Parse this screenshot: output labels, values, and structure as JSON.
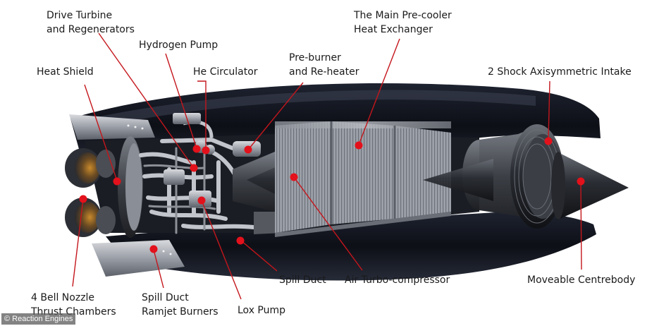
{
  "colors": {
    "leader": "#c4161c",
    "marker": "#e3111b",
    "label_text": "#1a1a1a"
  },
  "labels": {
    "drive_turbine": [
      "Drive Turbine",
      "and Regenerators"
    ],
    "hydrogen_pump": [
      "Hydrogen Pump"
    ],
    "he_circulator": [
      "He Circulator"
    ],
    "pre_burner": [
      "Pre-burner",
      "and Re-heater"
    ],
    "main_precooler": [
      "The Main Pre-cooler",
      "Heat Exchanger"
    ],
    "shock_intake": [
      "2 Shock Axisymmetric Intake"
    ],
    "heat_shield": [
      "Heat Shield"
    ],
    "bell_nozzle": [
      "4 Bell Nozzle",
      "Thrust Chambers"
    ],
    "spill_duct_ramjet": [
      "Spill Duct",
      "Ramjet Burners"
    ],
    "lox_pump": [
      "Lox Pump"
    ],
    "spill_duct": [
      "Spill Duct"
    ],
    "air_turbo": [
      "Air Turbo-compressor"
    ],
    "centrebody": [
      "Moveable Centrebody"
    ]
  },
  "credit": "© Reaction Engines"
}
